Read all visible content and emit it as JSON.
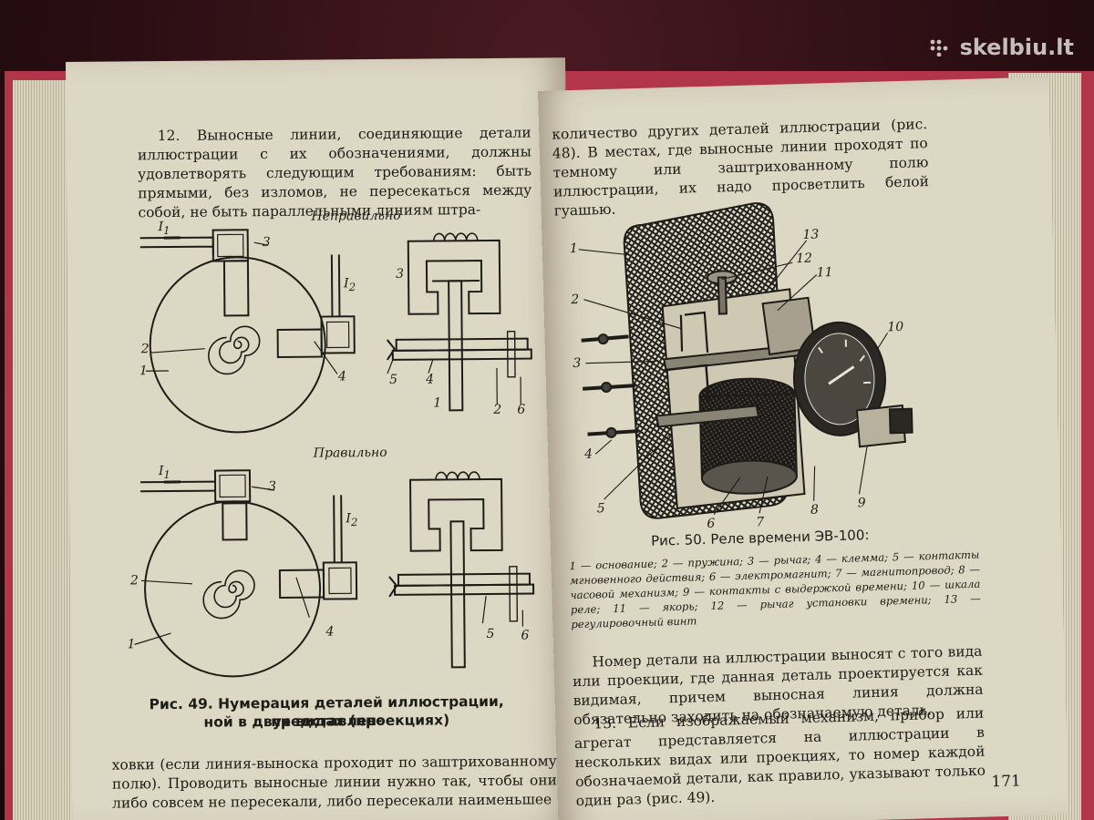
{
  "watermark": {
    "text": "skelbiu.lt",
    "icon": "dots-logo-icon"
  },
  "left_page": {
    "top_text": "12. Выносные линии, соединяющие детали иллюстрации с их обозначениями, должны удовлетворять следующим требованиям: быть прямыми, без изломов, не пересекаться между собой, не быть параллельными линиям штра-",
    "label_wrong": "Неправильно",
    "label_right": "Правильно",
    "fig_labels": {
      "i1": "I",
      "sub1": "1",
      "i2": "I",
      "sub2": "2",
      "n1": "1",
      "n2": "2",
      "n3": "3",
      "n4": "4",
      "n5": "5",
      "n6": "6"
    },
    "caption_line1": "Рис. 49. Нумерация деталей иллюстрации, представлен-",
    "caption_line2": "ной в двух видах (проекциях)",
    "bottom_text": "ховки (если линия-выноска проходит по заштрихованному полю). Проводить выносные линии нужно так, чтобы они либо совсем не пересекали, либо пересекали наименьшее"
  },
  "right_page": {
    "top_text": "количество других деталей иллюстрации (рис. 48). В местах, где выносные линии проходят по темному или заштрихованному полю иллюстрации, их надо просветлить белой гуашью.",
    "relay_labels": [
      "1",
      "2",
      "3",
      "4",
      "5",
      "6",
      "7",
      "8",
      "9",
      "10",
      "11",
      "12",
      "13"
    ],
    "caption": "Рис. 50. Реле времени ЭВ-100:",
    "legend": "1 — основание; 2 — пружина; 3 — рычаг; 4 — клемма; 5 — контакты мгновенного действия; 6 — электромагнит; 7 — магнитопровод; 8 — часовой механизм; 9 — контакты с выдержкой времени; 10 — шкала реле; 11 — якорь; 12 — рычаг установки времени; 13 — регулировочный винт",
    "paragraph1": "Номер детали на иллюстрации выносят с того вида или проекции, где данная деталь проектируется как видимая, причем выносная линия должна обязательно заходить на обозначаемую деталь.",
    "paragraph2": "13. Если изображаемый механизм, прибор или агрегат представляется на иллюстрации в нескольких видах или проекциях, то номер каждой обозначаемой детали, как правило, указывают только один раз (рис. 49).",
    "page_number": "171"
  }
}
